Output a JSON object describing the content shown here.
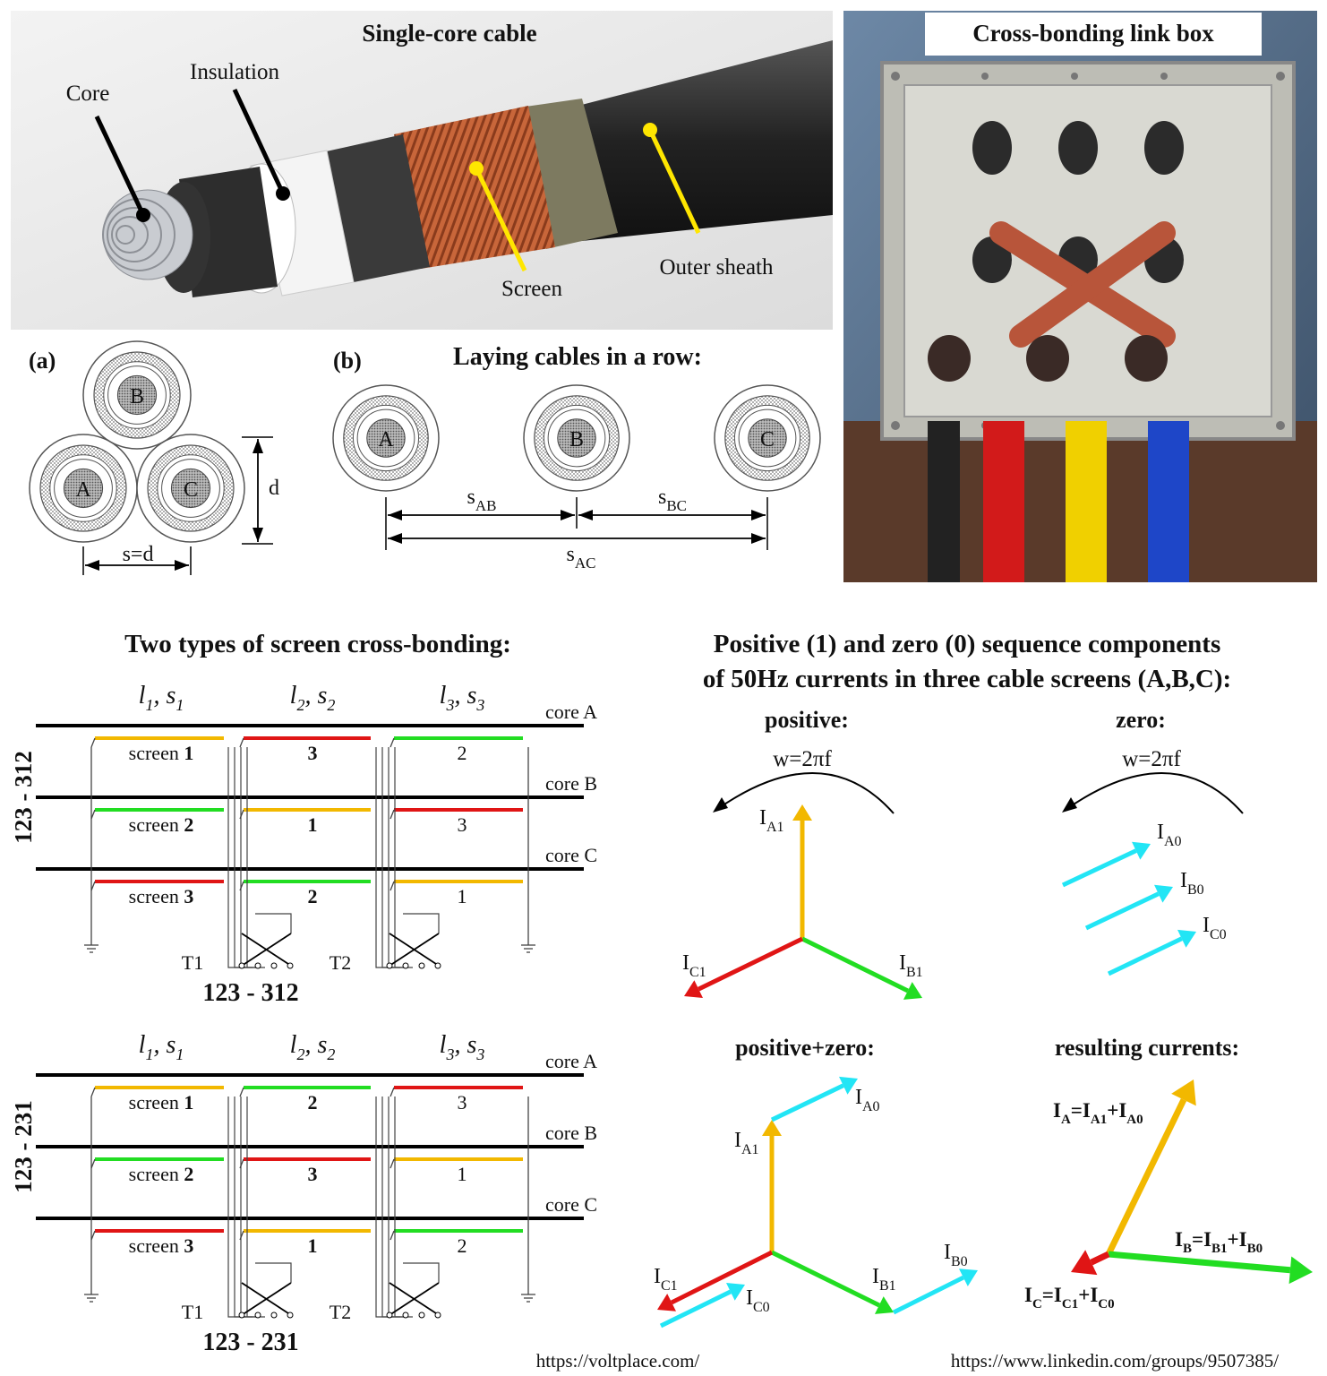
{
  "colors": {
    "yellow": "#f2b800",
    "red": "#e01515",
    "green": "#22dd22",
    "cyan": "#22e5f5",
    "black": "#000000",
    "copper": "#c8663a",
    "sheath": "#2a2a2a"
  },
  "photo_cable": {
    "title": "Single-core cable",
    "labels": {
      "core": "Core",
      "insulation": "Insulation",
      "screen": "Screen",
      "outer_sheath": "Outer sheath"
    }
  },
  "photo_linkbox": {
    "title": "Cross-bonding link box"
  },
  "panel_a": {
    "tag": "(a)",
    "cables": [
      "A",
      "B",
      "C"
    ],
    "d_label": "d",
    "s_label": "s=d"
  },
  "panel_b": {
    "tag": "(b)",
    "title": "Laying cables in a row:",
    "cables": [
      "A",
      "B",
      "C"
    ],
    "s_ab": {
      "main": "s",
      "sub": "AB"
    },
    "s_bc": {
      "main": "s",
      "sub": "BC"
    },
    "s_ac": {
      "main": "s",
      "sub": "AC"
    }
  },
  "crossbond": {
    "title": "Two types of screen cross-bonding:",
    "sections": [
      {
        "l": "l",
        "lsub": "1",
        "s": "s",
        "ssub": "1"
      },
      {
        "l": "l",
        "lsub": "2",
        "s": "s",
        "ssub": "2"
      },
      {
        "l": "l",
        "lsub": "3",
        "s": "s",
        "ssub": "3"
      }
    ],
    "cores": [
      "core A",
      "core B",
      "core C"
    ],
    "screen_word": "screen",
    "t1": "T1",
    "t2": "T2",
    "diagrams": [
      {
        "side_label": "123 - 312",
        "bottom_label": "123 - 312",
        "rows": [
          [
            {
              "n": "1",
              "c": "yellow"
            },
            {
              "n": "3",
              "c": "red"
            },
            {
              "n": "2",
              "c": "green"
            }
          ],
          [
            {
              "n": "2",
              "c": "green"
            },
            {
              "n": "1",
              "c": "yellow"
            },
            {
              "n": "3",
              "c": "red"
            }
          ],
          [
            {
              "n": "3",
              "c": "red"
            },
            {
              "n": "2",
              "c": "green"
            },
            {
              "n": "1",
              "c": "yellow"
            }
          ]
        ]
      },
      {
        "side_label": "123 - 231",
        "bottom_label": "123 - 231",
        "rows": [
          [
            {
              "n": "1",
              "c": "yellow"
            },
            {
              "n": "2",
              "c": "green"
            },
            {
              "n": "3",
              "c": "red"
            }
          ],
          [
            {
              "n": "2",
              "c": "green"
            },
            {
              "n": "3",
              "c": "red"
            },
            {
              "n": "1",
              "c": "yellow"
            }
          ],
          [
            {
              "n": "3",
              "c": "red"
            },
            {
              "n": "1",
              "c": "yellow"
            },
            {
              "n": "2",
              "c": "green"
            }
          ]
        ]
      }
    ]
  },
  "phasors": {
    "title_line1": "Positive (1) and zero (0) sequence components",
    "title_line2": "of 50Hz currents in three cable screens (A,B,C):",
    "positive": {
      "title": "positive:",
      "rotation": "w=2πf",
      "ia1": {
        "main": "I",
        "sub": "A1"
      },
      "ib1": {
        "main": "I",
        "sub": "B1"
      },
      "ic1": {
        "main": "I",
        "sub": "C1"
      }
    },
    "zero": {
      "title": "zero:",
      "rotation": "w=2πf",
      "ia0": {
        "main": "I",
        "sub": "A0"
      },
      "ib0": {
        "main": "I",
        "sub": "B0"
      },
      "ic0": {
        "main": "I",
        "sub": "C0"
      }
    },
    "sum": {
      "title": "positive+zero:",
      "ia1": {
        "main": "I",
        "sub": "A1"
      },
      "ia0": {
        "main": "I",
        "sub": "A0"
      },
      "ib1": {
        "main": "I",
        "sub": "B1"
      },
      "ib0": {
        "main": "I",
        "sub": "B0"
      },
      "ic1": {
        "main": "I",
        "sub": "C1"
      },
      "ic0": {
        "main": "I",
        "sub": "C0"
      }
    },
    "result": {
      "title": "resulting currents:",
      "ia": {
        "lhs": "I",
        "lhs_sub": "A",
        "eq": "=",
        "t1": "I",
        "t1_sub": "A1",
        "plus": "+",
        "t2": "I",
        "t2_sub": "A0"
      },
      "ib": {
        "lhs": "I",
        "lhs_sub": "B",
        "eq": "=",
        "t1": "I",
        "t1_sub": "B1",
        "plus": "+",
        "t2": "I",
        "t2_sub": "B0"
      },
      "ic": {
        "lhs": "I",
        "lhs_sub": "C",
        "eq": "=",
        "t1": "I",
        "t1_sub": "C1",
        "plus": "+",
        "t2": "I",
        "t2_sub": "C0"
      }
    }
  },
  "footer": {
    "link_left": "https://voltplace.com/",
    "link_right": "https://www.linkedin.com/groups/9507385/"
  }
}
